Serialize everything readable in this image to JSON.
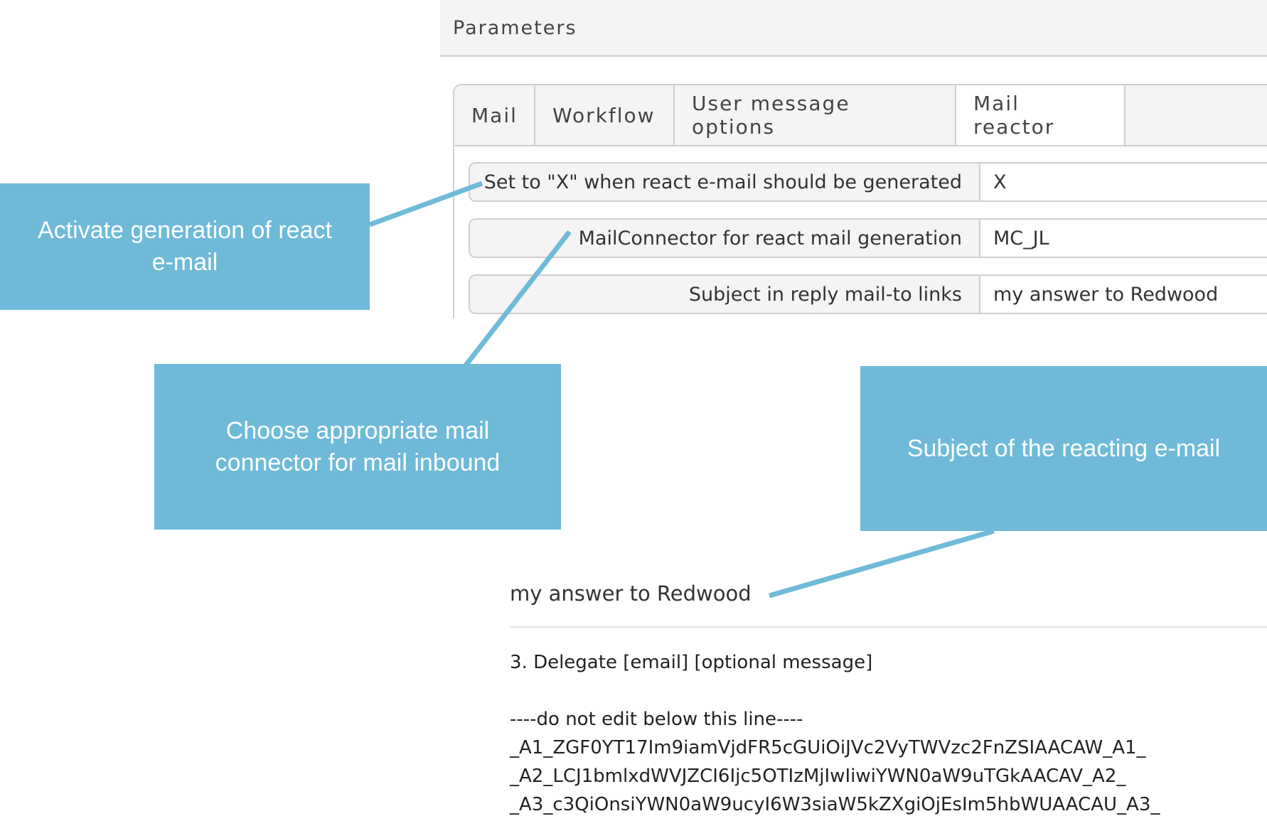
{
  "parameters": {
    "title": "Parameters",
    "tabs": [
      {
        "label": "Mail"
      },
      {
        "label": "Workflow"
      },
      {
        "label": "User message options"
      },
      {
        "label": "Mail reactor",
        "active": true
      }
    ],
    "rows": [
      {
        "label": "Set to \"X\" when react e-mail should be generated",
        "value": "X"
      },
      {
        "label": "MailConnector for react mail generation",
        "value": "MC_JL"
      },
      {
        "label": "Subject in reply mail-to links",
        "value": "my answer to Redwood"
      }
    ]
  },
  "callouts": {
    "activate": "Activate generation of react e-mail",
    "connector": "Choose appropriate mail connector for mail inbound",
    "subject": "Subject of the reacting e-mail"
  },
  "email": {
    "subject": "my answer to Redwood",
    "lines": [
      "3. Delegate [email] [optional message]",
      "----do not edit below this line----",
      "_A1_ZGF0YT17Im9iamVjdFR5cGUiOiJVc2VyTWVzc2FnZSIAACAW_A1_",
      "_A2_LCJ1bmlxdWVJZCI6Ijc5OTIzMjIwIiwiYWN0aW9uTGkAACAV_A2_",
      "_A3_c3QiOnsiYWN0aW9ucyI6W3siaW5kZXgiOjEsIm5hbWUAACAU_A3_"
    ]
  },
  "colors": {
    "callout": "#6fbad9",
    "panel_bg": "#f4f4f4",
    "border": "#cfcfcf"
  }
}
